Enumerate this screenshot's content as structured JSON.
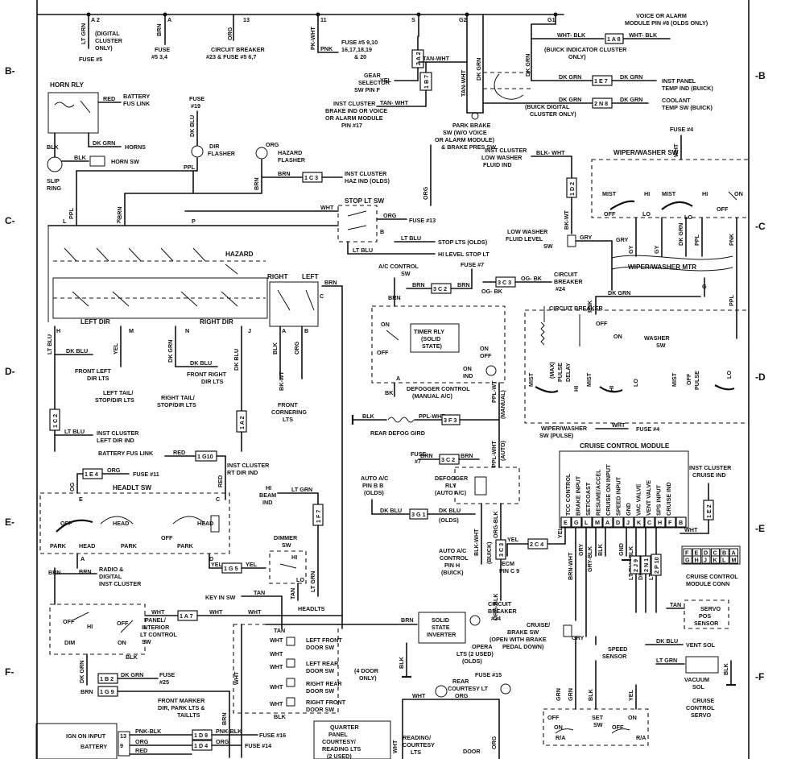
{
  "zones": {
    "left": [
      "B-",
      "C-",
      "D-",
      "E-",
      "F-"
    ],
    "right": [
      "-B",
      "-C",
      "-D",
      "-E",
      "-F"
    ]
  },
  "top": {
    "digital_cluster_only": "(DIGITAL CLUSTER ONLY)",
    "fuse_5": "FUSE #5",
    "fuse_5_34": "FUSE #5 3,4",
    "cb_23": "CIRCUIT BREAKER #23 & FUSE #5 6,7",
    "fuse_group": "FUSE #5 9,10 16,17,18,19 & 20",
    "gear_selector": "GEAR SELECTOR SW PIN F",
    "inst_cluster_brake": "INST CLUSTER BRAKE IND OR VOICE OR ALARM MODULE PIN #17",
    "park_brake": "PARK BRAKE SW (W/O VOICE OR ALARM MODULE) & BRAKE PRES SW",
    "buick_digital": "(BUICK DIGITAL CLUSTER ONLY)",
    "buick_indicator": "(BUICK INDICATOR CLUSTER ONLY)",
    "voice_alarm": "VOICE OR ALARM MODULE PIN #8 (OLDS ONLY)",
    "inst_panel_temp": "INST PANEL TEMP IND (BUICK)",
    "coolant_temp": "COOLANT TEMP SW (BUICK)"
  },
  "left": {
    "horn_rly": "HORN RLY",
    "battery_fus_link": "BATTERY FUS LINK",
    "horns": "HORNS",
    "horn_sw": "HORN SW",
    "slip_ring": "SLIP RING",
    "fuse_19": "FUSE #19",
    "dir_flasher": "DIR FLASHER",
    "hazard_flasher": "HAZARD FLASHER",
    "inst_cluster_haz": "INST CLUSTER HAZ IND (OLDS)",
    "stop_lt_sw": "STOP LT SW",
    "fuse_13": "FUSE #13",
    "stop_lts_olds": "STOP LTS (OLDS)",
    "hi_level_stop": "HI LEVEL STOP LT",
    "hazard": "HAZARD",
    "left_dir": "LEFT DIR",
    "right_dir": "RIGHT DIR",
    "right": "RIGHT",
    "left_label": "LEFT",
    "front_left_dir": "FRONT LEFT DIR LTS",
    "front_right_dir": "FRONT RIGHT DIR LTS",
    "left_tail": "LEFT TAIL/ STOP/DIR LTS",
    "right_tail": "RIGHT TAIL/ STOP/DIR LTS",
    "front_cornering": "FRONT CORNERING LTS",
    "inst_cluster_left": "INST CLUSTER LEFT DIR IND",
    "inst_cluster_rt": "INST CLUSTER RT DIR IND",
    "battery_fus_link_2": "BATTERY FUS LINK",
    "fuse_11": "FUSE #11",
    "headlt_sw": "HEADLT SW",
    "hi_beam_ind": "HI BEAM IND",
    "dimmer_sw": "DIMMER SW",
    "headlts": "HEADLTS",
    "off": "OFF",
    "park": "PARK",
    "head": "HEAD",
    "radio_digital": "RADIO & DIGITAL INST CLUSTER",
    "panel_interior": "PANEL/ INTERIOR LT CONTROL SW",
    "dim": "DIM",
    "key_in_sw": "KEY IN SW",
    "fuse_25": "FUSE #25",
    "front_marker": "FRONT MARKER DIR, PARK LTS & TAILLTS",
    "left_front_door": "LEFT FRONT DOOR SW",
    "left_rear_door": "LEFT REAR DOOR SW",
    "right_rear_door": "RIGHT REAR DOOR SW",
    "four_door_only": "(4 DOOR ONLY)",
    "right_front_door": "RIGHT FRONT DOOR SW",
    "ign_on_input": "IGN ON INPUT",
    "battery": "BATTERY",
    "fuse_16": "FUSE #16",
    "fuse_14": "FUSE #14",
    "quarter_panel": "QUARTER PANEL COURTESY/ READING LTS (2 USED)",
    "reading_courtesy": "READING/ COURTESY LTS",
    "door": "DOOR"
  },
  "center": {
    "ac_control": "A/C CONTROL SW",
    "fuse_7": "FUSE #7",
    "timer_rly": "TIMER RLY (SOLID STATE)",
    "on": "ON",
    "off": "OFF",
    "defogger_control": "DEFOGGER CONTROL (MANUAL A/C)",
    "rear_defog": "REAR DEFOG GIRD",
    "fuse_7b": "FUSE #7",
    "auto_ac_pin": "AUTO A/C PIN B B (OLDS)",
    "defogger_rly": "DEFOGGER RLY (AUTO A/C)",
    "auto_ac_control": "AUTO A/C CONTROL PIN H (BUICK)",
    "circuit_breaker_24": "CIRCUIT BREAKER #24",
    "solid_state_inverter": "SOLID STATE INVERTER",
    "opera_lts": "OPERA LTS (2 USED) (OLDS)",
    "fuse_15": "FUSE #15",
    "rear_courtesy": "REAR COURTESY LT",
    "manual": "(MANUAL)",
    "auto": "(AUTO)"
  },
  "right": {
    "fuse_4": "FUSE #4",
    "inst_cluster_low_washer": "INST CLUSTER LOW WASHER FLUID IND",
    "wiper_washer_sw": "WIPER/WASHER SW",
    "mist": "MIST",
    "hi": "HI",
    "off": "OFF",
    "lo": "LO",
    "on": "ON",
    "low_washer_level": "LOW WASHER FLUID LEVEL SW",
    "wiper_washer_mtr": "WIPER/WASHER MTR",
    "circuit_breaker_24": "CIRCUIT BREAKER #24",
    "washer_sw": "WASHER SW",
    "max": "MAX",
    "pulse": "PULSE",
    "delay": "DELAY",
    "wiper_washer_pulse": "WIPER/WASHER SW (PULSE)",
    "fuse_4b": "FUSE #4",
    "cruise_module": "CRUISE CONTROL MODULE",
    "cruise_inputs": [
      "TCC CONTROL",
      "BRAKE INPUT",
      "SET/COAST",
      "RESUME/ACCEL",
      "CRUISE ON INPUT",
      "SPEED INPUT",
      "GND",
      "VAC VALVE",
      "VENT VALVE",
      "SPS INPUT",
      "CRUISE IND"
    ],
    "cruise_pins": [
      "E",
      "G",
      "L",
      "M",
      "A",
      "D",
      "J",
      "K",
      "C",
      "H",
      "F",
      "B"
    ],
    "inst_cluster_cruise": "INST CLUSTER CRUISE IND",
    "conn_row1": [
      "F",
      "E",
      "D",
      "C",
      "B",
      "A"
    ],
    "conn_row2": [
      "G",
      "H",
      "J",
      "K",
      "L",
      "M"
    ],
    "cruise_conn": "CRUISE CONTROL MODULE CONN",
    "ecm_pin": "ECM PIN C 9",
    "cruise_brake_sw": "CRUISE/ BRAKE SW (OPEN WITH BRAKE PEDAL DOWN)",
    "speed_sensor": "SPEED SENSOR",
    "servo_pos": "SERVO POS SENSOR",
    "vent_sol": "VENT SOL",
    "vacuum_sol": "VACUUM SOL",
    "cruise_servo": "CRUISE CONTROL SERVO",
    "set_sw": "SET SW",
    "ra": "R/A"
  },
  "connectors": {
    "c1a8": "1 A 8",
    "c1e7": "1 E 7",
    "c2n8": "2 N 8",
    "c2a2": "2 A 2",
    "c1b7": "1 B 7",
    "c1c3": "1 C 3",
    "c1d2": "1 D 2",
    "c3c2": "3 C 2",
    "c3c3": "3 C 3",
    "c1c2": "1 C 2",
    "c1a2": "1 A 2",
    "c3f3": "3 F 3",
    "c3c2b": "3 C 2",
    "c3g1": "3 G 1",
    "c3c3b": "3 C 3",
    "c1e4": "1 E 4",
    "c1g10": "1 G10",
    "c1f7": "1 F 7",
    "c1g5": "1 G 5",
    "c1a7": "1 A 7",
    "c1b2": "1 B 2",
    "c1g9": "1 G 9",
    "c1d9": "1 D 9",
    "c1d4": "1 D 4",
    "c2c4": "2 C 4",
    "c1e2": "1 E 2",
    "c2j9": "2 J 9",
    "c2n1": "2 N 1",
    "c2p10": "2 P 10"
  },
  "wires": {
    "lt_grn": "LT GRN",
    "brn": "BRN",
    "org": "ORG",
    "pk_wht": "PK-WHT",
    "pnk": "PNK",
    "yel": "YEL",
    "tan_wht": "TAN-WHT",
    "dk_grn": "DK GRN",
    "wht_blk": "WHT-BLK",
    "wht": "WHT",
    "red": "RED",
    "blk": "BLK",
    "dk_blu": "DK BLU",
    "ppl": "PPL",
    "lt_blu": "LT BLU",
    "og_bk": "OG-BK",
    "gry": "GRY",
    "gy": "GY",
    "ppl_wht": "PPL-WHT",
    "brn_wht": "BRN-WHT",
    "org_blk": "ORG-BLK",
    "blk_wht": "BLK-WHT",
    "tan": "TAN",
    "pnk_blk": "PNK-BLK",
    "gry_blk": "GRY-BLK",
    "lt_blu_blk": "LT BLU-BLK",
    "dk_blu2": "DK BLU"
  }
}
